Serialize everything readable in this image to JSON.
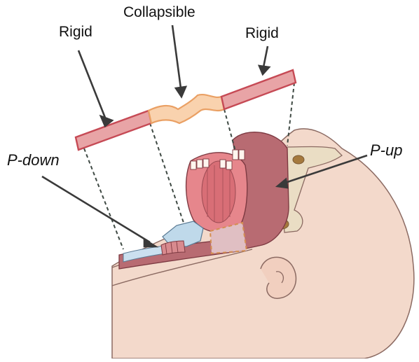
{
  "labels": {
    "rigid_left": "Rigid",
    "collapsible": "Collapsible",
    "rigid_right": "Rigid",
    "p_down": "P-down",
    "p_up": "P-up"
  },
  "colors": {
    "rigid_fill": "#e8a4a6",
    "rigid_stroke": "#c64a55",
    "collapsible_fill": "#f9d2ae",
    "collapsible_stroke": "#eaa064",
    "skin": "#f3d9cb",
    "airway": "#b86b72",
    "tongue": "#e6868c",
    "bone": "#eaddc4",
    "collapse_zone": "#e0bfc3",
    "collapse_zone_border": "#d48e52"
  }
}
